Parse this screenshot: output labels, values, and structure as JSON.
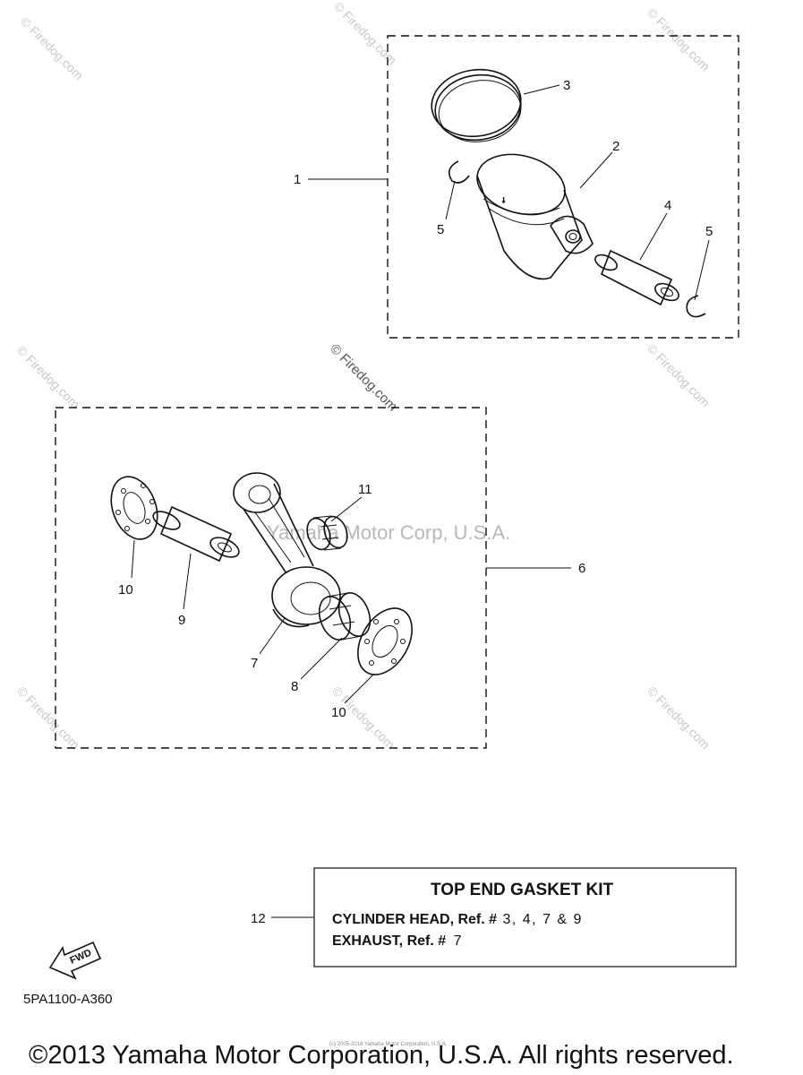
{
  "callouts": {
    "c1": "1",
    "c2": "2",
    "c3": "3",
    "c4": "4",
    "c5a": "5",
    "c5b": "5",
    "c6": "6",
    "c7": "7",
    "c8": "8",
    "c9": "9",
    "c10a": "10",
    "c10b": "10",
    "c11": "11",
    "c12": "12"
  },
  "kit": {
    "title": "TOP END GASKET KIT",
    "line1_label": "CYLINDER HEAD, Ref. #",
    "line1_refs": "3, 4, 7 & 9",
    "line2_label": "EXHAUST, Ref. #",
    "line2_refs": "7"
  },
  "fwd_label": "FWD",
  "diagram_code": "5PA1100-A360",
  "copyright": "©2013 Yamaha Motor Corporation, U.S.A. All rights reserved.",
  "small_copyright": "(c) 2005-2016 Yamaha Motor Corporation, U.S.A.",
  "watermark": {
    "text": "© Firedog.com",
    "center_text": "Yamaha Motor Corp, U.S.A."
  },
  "colors": {
    "line": "#111111",
    "watermark": "#c8c8c8",
    "background": "#ffffff"
  }
}
